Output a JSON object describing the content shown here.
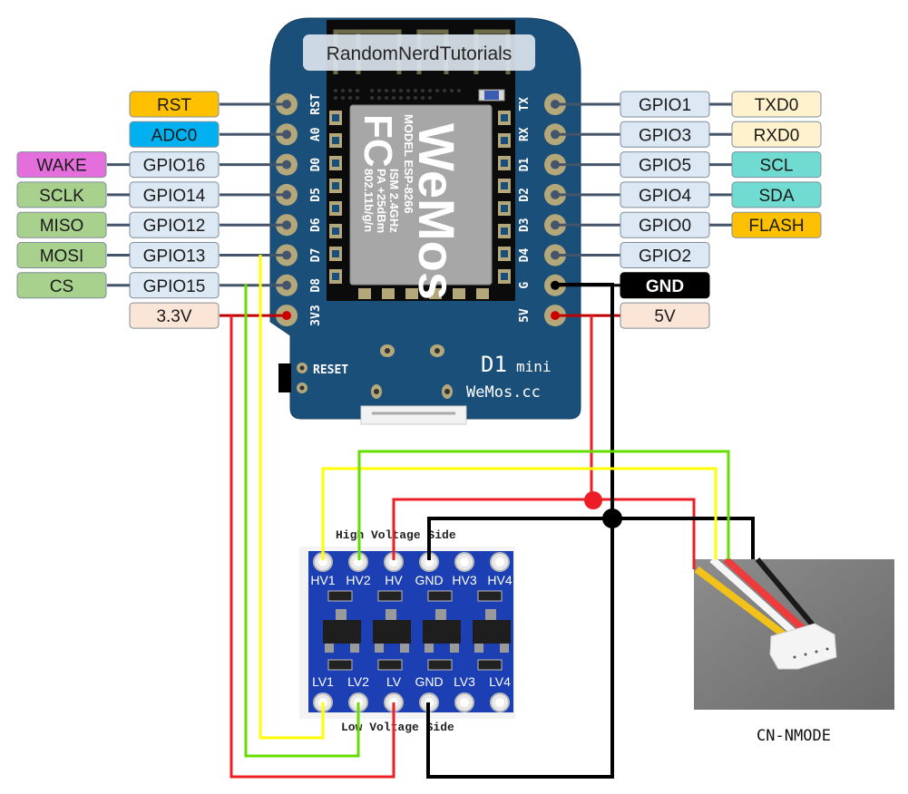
{
  "watermark": "RandomNerdTutorials",
  "board": {
    "name": "D1",
    "name_suffix": "mini",
    "brand": "WeMos.cc",
    "reset_label": "RESET",
    "module": {
      "brand": "WeMos",
      "model": "MODEL ESP-8266",
      "band": "ISM 2.4GHz",
      "power": "PA +25dBm",
      "standard": "802.11b/g/n",
      "cert": "FC"
    },
    "left_silk": [
      "RST",
      "A0",
      "D0",
      "D5",
      "D6",
      "D7",
      "D8",
      "3V3"
    ],
    "right_silk": [
      "TX",
      "RX",
      "D1",
      "D2",
      "D3",
      "D4",
      "G",
      "5V"
    ]
  },
  "left_pins": [
    {
      "gpio": "RST",
      "gpio_color": "#ffc000",
      "func": null
    },
    {
      "gpio": "ADC0",
      "gpio_color": "#00b0f0",
      "func": null
    },
    {
      "gpio": "GPIO16",
      "gpio_color": "#dce9f5",
      "func": "WAKE",
      "func_color": "#e46fdc"
    },
    {
      "gpio": "GPIO14",
      "gpio_color": "#dce9f5",
      "func": "SCLK",
      "func_color": "#a9d18e"
    },
    {
      "gpio": "GPIO12",
      "gpio_color": "#dce9f5",
      "func": "MISO",
      "func_color": "#a9d18e"
    },
    {
      "gpio": "GPIO13",
      "gpio_color": "#dce9f5",
      "func": "MOSI",
      "func_color": "#a9d18e"
    },
    {
      "gpio": "GPIO15",
      "gpio_color": "#dce9f5",
      "func": "CS",
      "func_color": "#a9d18e"
    },
    {
      "gpio": "3.3V",
      "gpio_color": "#fbe5d6",
      "func": null
    }
  ],
  "right_pins": [
    {
      "gpio": "GPIO1",
      "gpio_color": "#dce9f5",
      "func": "TXD0",
      "func_color": "#fff2cc"
    },
    {
      "gpio": "GPIO3",
      "gpio_color": "#dce9f5",
      "func": "RXD0",
      "func_color": "#fff2cc"
    },
    {
      "gpio": "GPIO5",
      "gpio_color": "#dce9f5",
      "func": "SCL",
      "func_color": "#70dbd0"
    },
    {
      "gpio": "GPIO4",
      "gpio_color": "#dce9f5",
      "func": "SDA",
      "func_color": "#70dbd0"
    },
    {
      "gpio": "GPIO0",
      "gpio_color": "#dce9f5",
      "func": "FLASH",
      "func_color": "#ffc000"
    },
    {
      "gpio": "GPIO2",
      "gpio_color": "#dce9f5",
      "func": null
    },
    {
      "gpio": "GND",
      "gpio_color": "#000000",
      "func": null
    },
    {
      "gpio": "5V",
      "gpio_color": "#fbe5d6",
      "func": null
    }
  ],
  "level_shifter": {
    "high_side_label": "High Voltage Side",
    "low_side_label": "Low Voltage Side",
    "high_pins": [
      "HV1",
      "HV2",
      "HV",
      "GND",
      "HV3",
      "HV4"
    ],
    "low_pins": [
      "LV1",
      "LV2",
      "LV",
      "GND",
      "LV3",
      "LV4"
    ]
  },
  "connector": {
    "label": "CN-NMODE"
  },
  "wire_colors": {
    "red": "#ee1c25",
    "yellow": "#ffff00",
    "green": "#66dd00",
    "black": "#000000",
    "pin_line": "#44546a"
  }
}
